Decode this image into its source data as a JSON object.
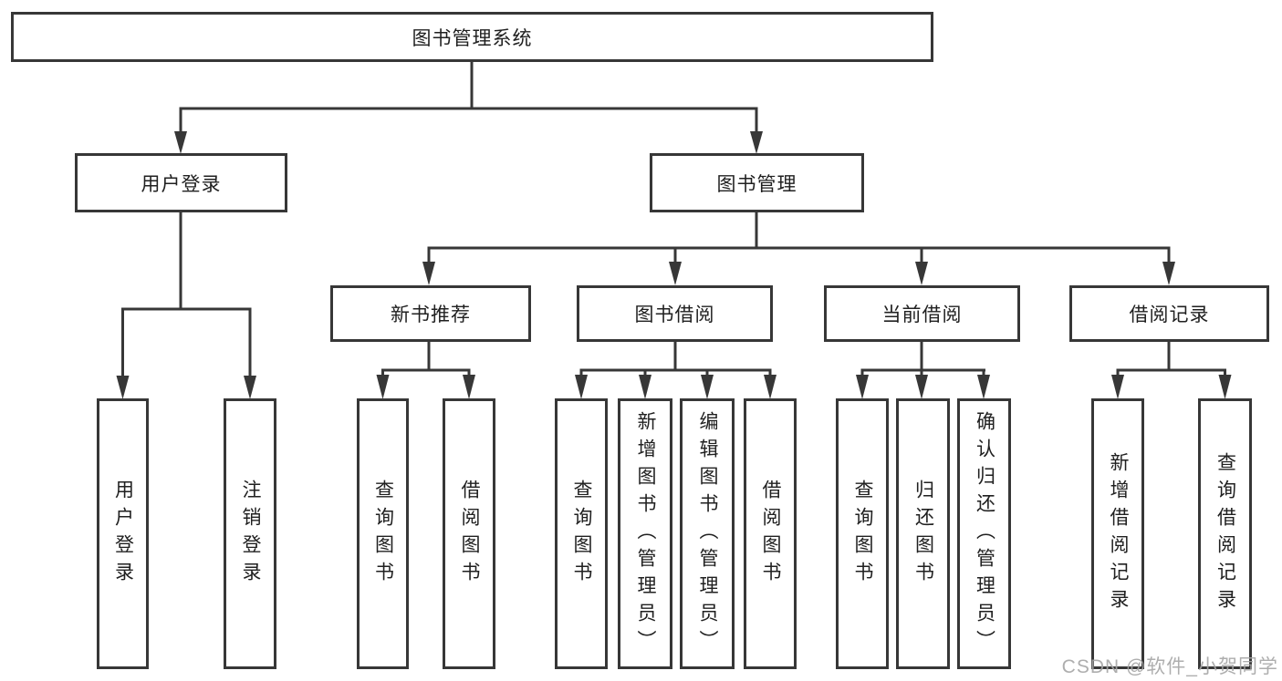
{
  "colors": {
    "line": "#373737",
    "box_border": "#373737",
    "text": "#202020",
    "background": "#ffffff",
    "watermark": "#a5a5a5"
  },
  "tree": {
    "label": "图书管理系统",
    "children": [
      {
        "label": "用户登录",
        "children": [
          {
            "label": "用户登录"
          },
          {
            "label": "注销登录"
          }
        ]
      },
      {
        "label": "图书管理",
        "children": [
          {
            "label": "新书推荐",
            "children": [
              {
                "label": "查询图书"
              },
              {
                "label": "借阅图书"
              }
            ]
          },
          {
            "label": "图书借阅",
            "children": [
              {
                "label": "查询图书"
              },
              {
                "label": "新增图书（管理员）"
              },
              {
                "label": "编辑图书（管理员）"
              },
              {
                "label": "借阅图书"
              }
            ]
          },
          {
            "label": "当前借阅",
            "children": [
              {
                "label": "查询图书"
              },
              {
                "label": "归还图书"
              },
              {
                "label": "确认归还（管理员）"
              }
            ]
          },
          {
            "label": "借阅记录",
            "children": [
              {
                "label": "新增借阅记录"
              },
              {
                "label": "查询借阅记录"
              }
            ]
          }
        ]
      }
    ]
  },
  "watermark": {
    "text": "CSDN @软件_小贺同学"
  }
}
